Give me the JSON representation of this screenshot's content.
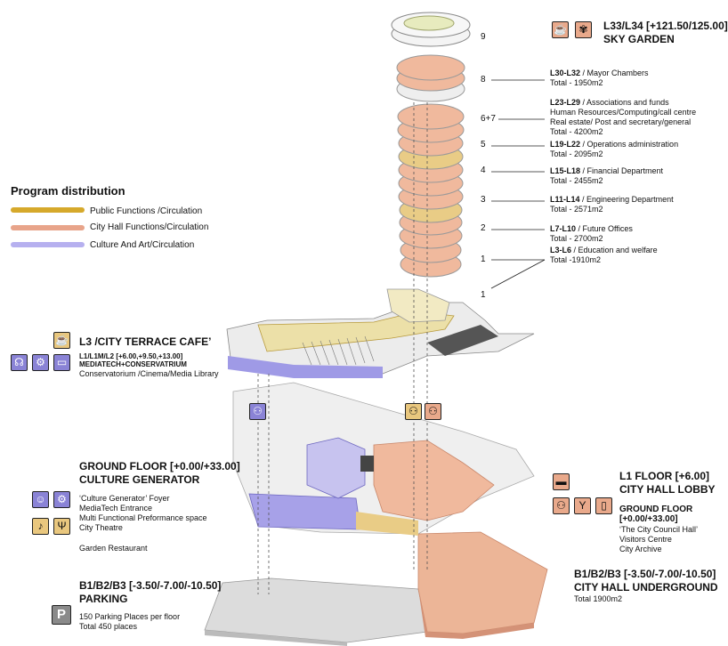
{
  "legend": {
    "title": "Program distribution",
    "items": [
      {
        "label": "Public Functions /Circulation",
        "color": "#d6a92b"
      },
      {
        "label": "City Hall Functions/Circulation",
        "color": "#e8a48a"
      },
      {
        "label": "Culture And Art/Circulation",
        "color": "#b6b0ef"
      }
    ]
  },
  "sky_garden": {
    "title": "L33/L34 [+121.50/125.00]",
    "subtitle": "SKY GARDEN",
    "number": "9"
  },
  "tower_levels": [
    {
      "number": "8",
      "levels": "L30-L32",
      "desc": " / Mayor Chambers",
      "extra": [],
      "total": "Total - 1950m2"
    },
    {
      "number": "6+7",
      "levels": "L23-L29",
      "desc": " / Associations and funds",
      "extra": [
        "Human Resources/Computing/call centre",
        "Real estate/ Post and secretary/general"
      ],
      "total": "Total - 4200m2"
    },
    {
      "number": "5",
      "levels": "L19-L22",
      "desc": " / Operations administration",
      "extra": [],
      "total": "Total - 2095m2"
    },
    {
      "number": "4",
      "levels": "L15-L18",
      "desc": " / Financial Department",
      "extra": [],
      "total": "Total - 2455m2"
    },
    {
      "number": "3",
      "levels": "L11-L14",
      "desc": " / Engineering Department",
      "extra": [],
      "total": "Total - 2571m2"
    },
    {
      "number": "2",
      "levels": "L7-L10",
      "desc": " / Future Offices",
      "extra": [],
      "total": "Total - 2700m2"
    },
    {
      "number": "1",
      "levels": "L3-L6",
      "desc": " / Education and welfare",
      "extra": [],
      "total": "Total -1910m2"
    }
  ],
  "lower_number": "1",
  "terrace": {
    "title": "L3 /CITY TERRACE CAFE’",
    "line1": "L1/L1M/L2 [+6.00,+9.50,+13.00]",
    "line2": "MEDIATECH+CONSERVATRIUM",
    "line3": "Conservatorium /Cinema/Media Library"
  },
  "ground": {
    "title": "GROUND FLOOR [+0.00/+33.00]",
    "subtitle": "CULTURE GENERATOR",
    "lines": [
      "‘Culture Generator’ Foyer",
      "MediaTech Entrance",
      "Multi Functional Preformance space",
      "City Theatre"
    ],
    "restaurant": "Garden Restaurant"
  },
  "lobby": {
    "title": "L1 FLOOR [+6.00]",
    "subtitle": "CITY HALL LOBBY",
    "ground_title": "GROUND FLOOR",
    "ground_level": "[+0.00/+33.00]",
    "lines": [
      "‘The City Council Hall’",
      "Visitors Centre",
      "City Archive"
    ]
  },
  "underground": {
    "title": "B1/B2/B3 [-3.50/-7.00/-10.50]",
    "subtitle": "CITY HALL UNDERGROUND",
    "total": "Total 1900m2"
  },
  "parking": {
    "title": "B1/B2/B3 [-3.50/-7.00/-10.50]",
    "subtitle": "PARKING",
    "icon_letter": "P",
    "line1": "150 Parking Places per floor",
    "line2": "Total 450 places"
  },
  "icons": {
    "sky_garden": [
      "coffee-cup-icon",
      "palm-tree-icon"
    ],
    "terrace_cafe": [
      "coffee-cup-icon"
    ],
    "mediatech": [
      "headphones-icon",
      "film-camera-icon",
      "computer-icon"
    ],
    "culture": [
      "theatre-masks-icon",
      "film-camera-icon",
      "musician-icon",
      "restaurant-icon"
    ],
    "lobby": [
      "reception-desk-icon",
      "meeting-icon",
      "cocktail-icon",
      "book-icon"
    ],
    "circulation": [
      "people-icon"
    ],
    "parking": [
      "parking-icon"
    ]
  }
}
